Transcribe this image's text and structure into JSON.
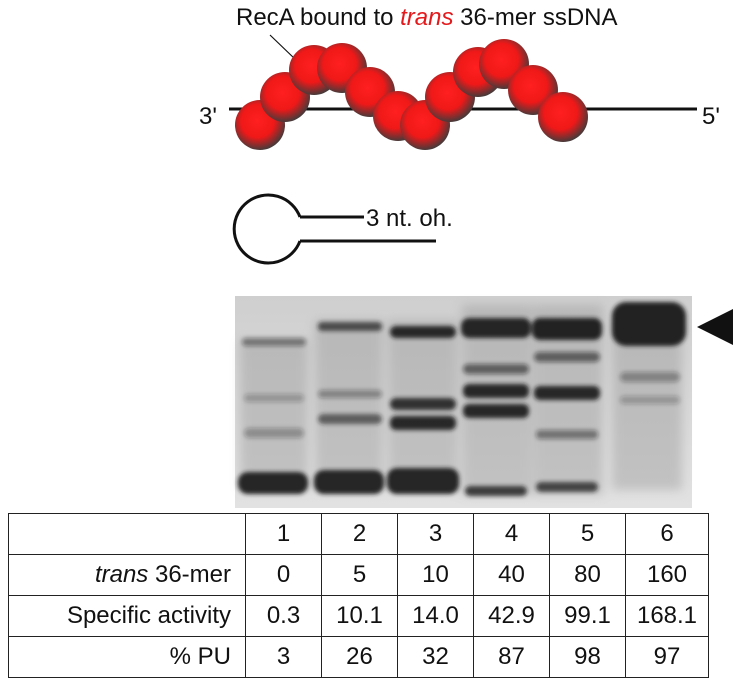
{
  "diagram": {
    "title_prefix": "RecA bound to ",
    "title_italic": "trans",
    "title_suffix": " 36-mer ssDNA",
    "end_3": "3'",
    "end_5": "5'",
    "hairpin_label": "3 nt. oh.",
    "colors": {
      "protein": "#ff1a1a",
      "protein_edge": "#3a3a3a",
      "highlight": "#e3191c"
    }
  },
  "gel": {
    "lane_count": 6,
    "product_marker": "filled-triangle-arrow"
  },
  "table": {
    "lanes": [
      "1",
      "2",
      "3",
      "4",
      "5",
      "6"
    ],
    "rows": [
      {
        "label_italic": "trans",
        "label": " 36-mer",
        "values": [
          "0",
          "5",
          "10",
          "40",
          "80",
          "160"
        ]
      },
      {
        "label_italic": "",
        "label": "Specific activity",
        "values": [
          "0.3",
          "10.1",
          "14.0",
          "42.9",
          "99.1",
          "168.1"
        ]
      },
      {
        "label_italic": "",
        "label": "% PU",
        "values": [
          "3",
          "26",
          "32",
          "87",
          "98",
          "97"
        ]
      }
    ]
  }
}
